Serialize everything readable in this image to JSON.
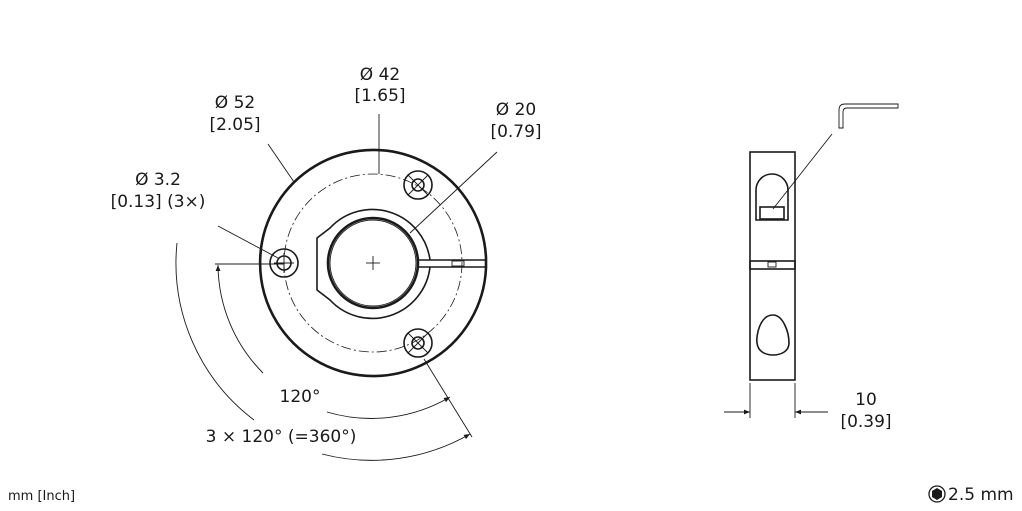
{
  "dimensions": {
    "outer_diameter": {
      "mm": "Ø 52",
      "inch": "[2.05]"
    },
    "bolt_circle": {
      "mm": "Ø 42",
      "inch": "[1.65]"
    },
    "bore": {
      "mm": "Ø 20",
      "inch": "[0.79]"
    },
    "hole": {
      "mm": "Ø 3.2",
      "inch": "[0.13] (3×)"
    },
    "angle_single": "120°",
    "angle_total": "3 × 120° (=360°)",
    "width": {
      "mm": "10",
      "inch": "[0.39]"
    }
  },
  "footer": {
    "units": "mm [Inch]",
    "hex_key": "2.5 mm"
  }
}
